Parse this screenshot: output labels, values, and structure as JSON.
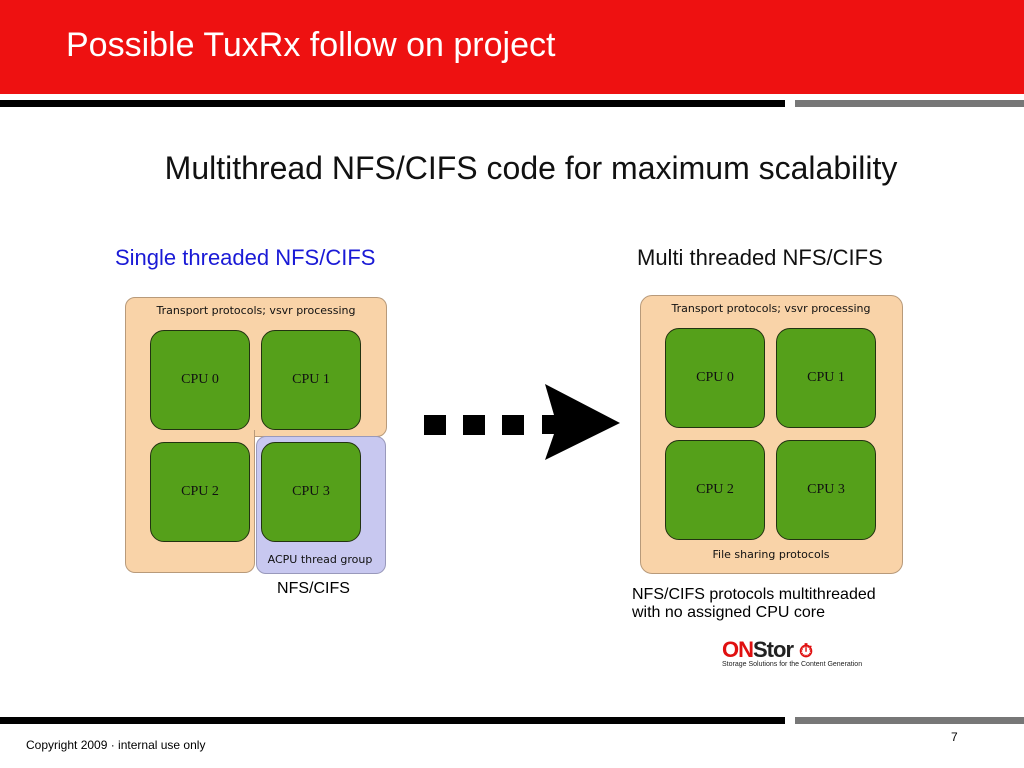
{
  "header": {
    "title": "Possible TuxRx follow on project"
  },
  "subtitle": "Multithread NFS/CIFS code for maximum scalability",
  "left": {
    "heading": "Single threaded NFS/CIFS",
    "transport": "Transport protocols; vsvr processing",
    "cpus": [
      "CPU 0",
      "CPU 1",
      "CPU 2",
      "CPU 3"
    ],
    "group": "ACPU thread group",
    "caption": "NFS/CIFS",
    "heading_color": "#1a1ad6"
  },
  "right": {
    "heading": "Multi threaded NFS/CIFS",
    "transport": "Transport protocols; vsvr processing",
    "cpus": [
      "CPU 0",
      "CPU 1",
      "CPU 2",
      "CPU 3"
    ],
    "file": "File sharing protocols",
    "caption1": "NFS/CIFS protocols multithreaded",
    "caption2": "with no assigned CPU core"
  },
  "logo": {
    "name": "ONStor",
    "tagline": "Storage Solutions for the Content Generation"
  },
  "footer": {
    "copyright": "Copyright 2009 · internal use only",
    "page": "7"
  }
}
